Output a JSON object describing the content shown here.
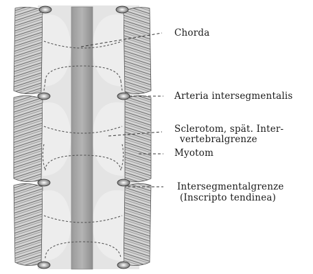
{
  "figure": {
    "labels": {
      "chorda": "Chorda",
      "arteria": "Arteria  intersegmentalis",
      "sclerotom_line1": "Sclerotom, spät. Inter-",
      "sclerotom_line2": "vertebralgrenze",
      "myotom": "Myotom",
      "intersegmental_line1": "Intersegmentalgrenze",
      "intersegmental_line2": "(Inscripto tendinea)"
    }
  }
}
